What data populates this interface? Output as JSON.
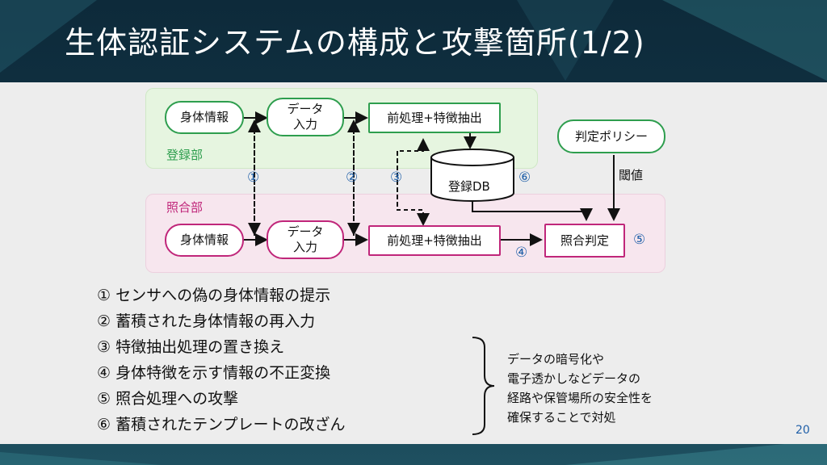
{
  "slide": {
    "title": "生体認証システムの構成と攻撃箇所(1/2)",
    "page_number": "20"
  },
  "diagram": {
    "registration": {
      "label": "登録部",
      "body_info": "身体情報",
      "data_input": [
        "データ",
        "入力"
      ],
      "feature_extraction": "前処理+特徴抽出"
    },
    "matching": {
      "label": "照合部",
      "body_info": "身体情報",
      "data_input": [
        "データ",
        "入力"
      ],
      "feature_extraction": "前処理+特徴抽出",
      "decision": "照合判定"
    },
    "database": "登録DB",
    "policy": "判定ポリシー",
    "threshold": "閾値",
    "markers": [
      "①",
      "②",
      "③",
      "④",
      "⑤",
      "⑥"
    ]
  },
  "attacks": [
    "① センサへの偽の身体情報の提示",
    "② 蓄積された身体情報の再入力",
    "③ 特徴抽出処理の置き換え",
    "④ 身体特徴を示す情報の不正変換",
    "⑤ 照合処理への攻撃",
    "⑥ 蓄積されたテンプレートの改ざん"
  ],
  "countermeasure": [
    "データの暗号化や",
    "電子透かしなどデータの",
    "経路や保管場所の安全性を",
    "確保することで対処"
  ],
  "colors": {
    "registration_border": "#2e9e4e",
    "registration_fill": "#e6f5e0",
    "matching_border": "#c0267a",
    "matching_fill": "#f7e6ee",
    "marker": "#1f5fa8"
  }
}
